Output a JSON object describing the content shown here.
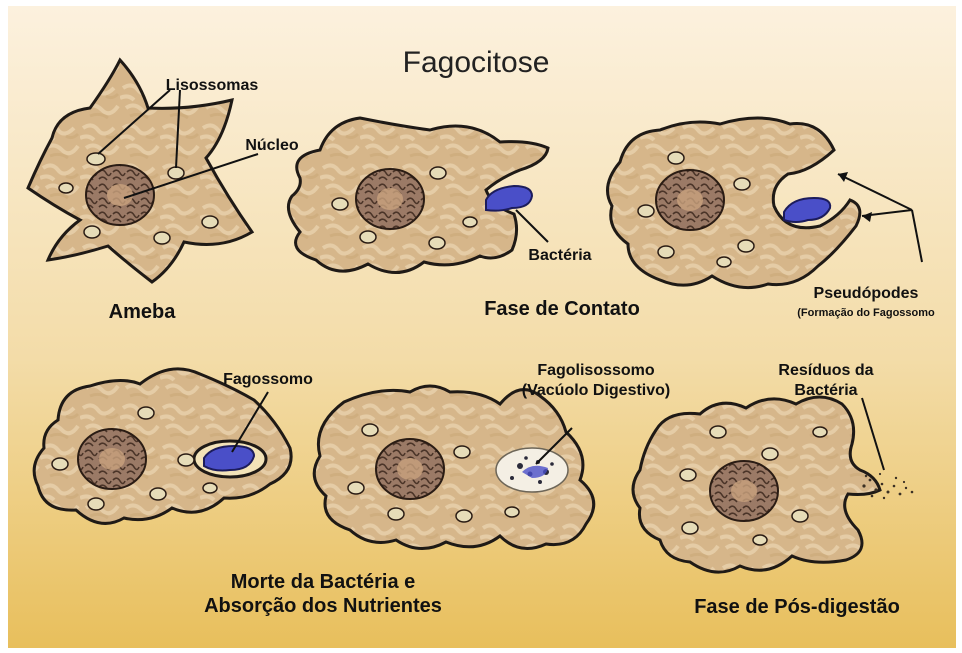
{
  "title": "Fagocitose",
  "labels": {
    "lisossomas": "Lisossomas",
    "nucleo": "Núcleo",
    "bacteria": "Bactéria",
    "ameba": "Ameba",
    "fase_contato": "Fase de Contato",
    "pseudopodes": "Pseudópodes",
    "pseudopodes_sub": "(Formação do Fagossomo",
    "fagossomo": "Fagossomo",
    "fagolisossomo": "Fagolisossomo",
    "fagolisossomo_sub": "(Vacúolo Digestivo)",
    "residuos_l1": "Resíduos da",
    "residuos_l2": "Bactéria",
    "morte_l1": "Morte da Bactéria e",
    "morte_l2": "Absorção dos Nutrientes",
    "pos_digestao": "Fase de Pós-digestão"
  },
  "colors": {
    "background_top": "#fbeed8",
    "background_bottom": "#e9c15e",
    "cytoplasm": "#d9b98a",
    "cytoplasm_light": "#ecd9b8",
    "nucleus": "#8f6f5d",
    "bacteria": "#4a4fc8",
    "outline": "#1f1a16"
  }
}
